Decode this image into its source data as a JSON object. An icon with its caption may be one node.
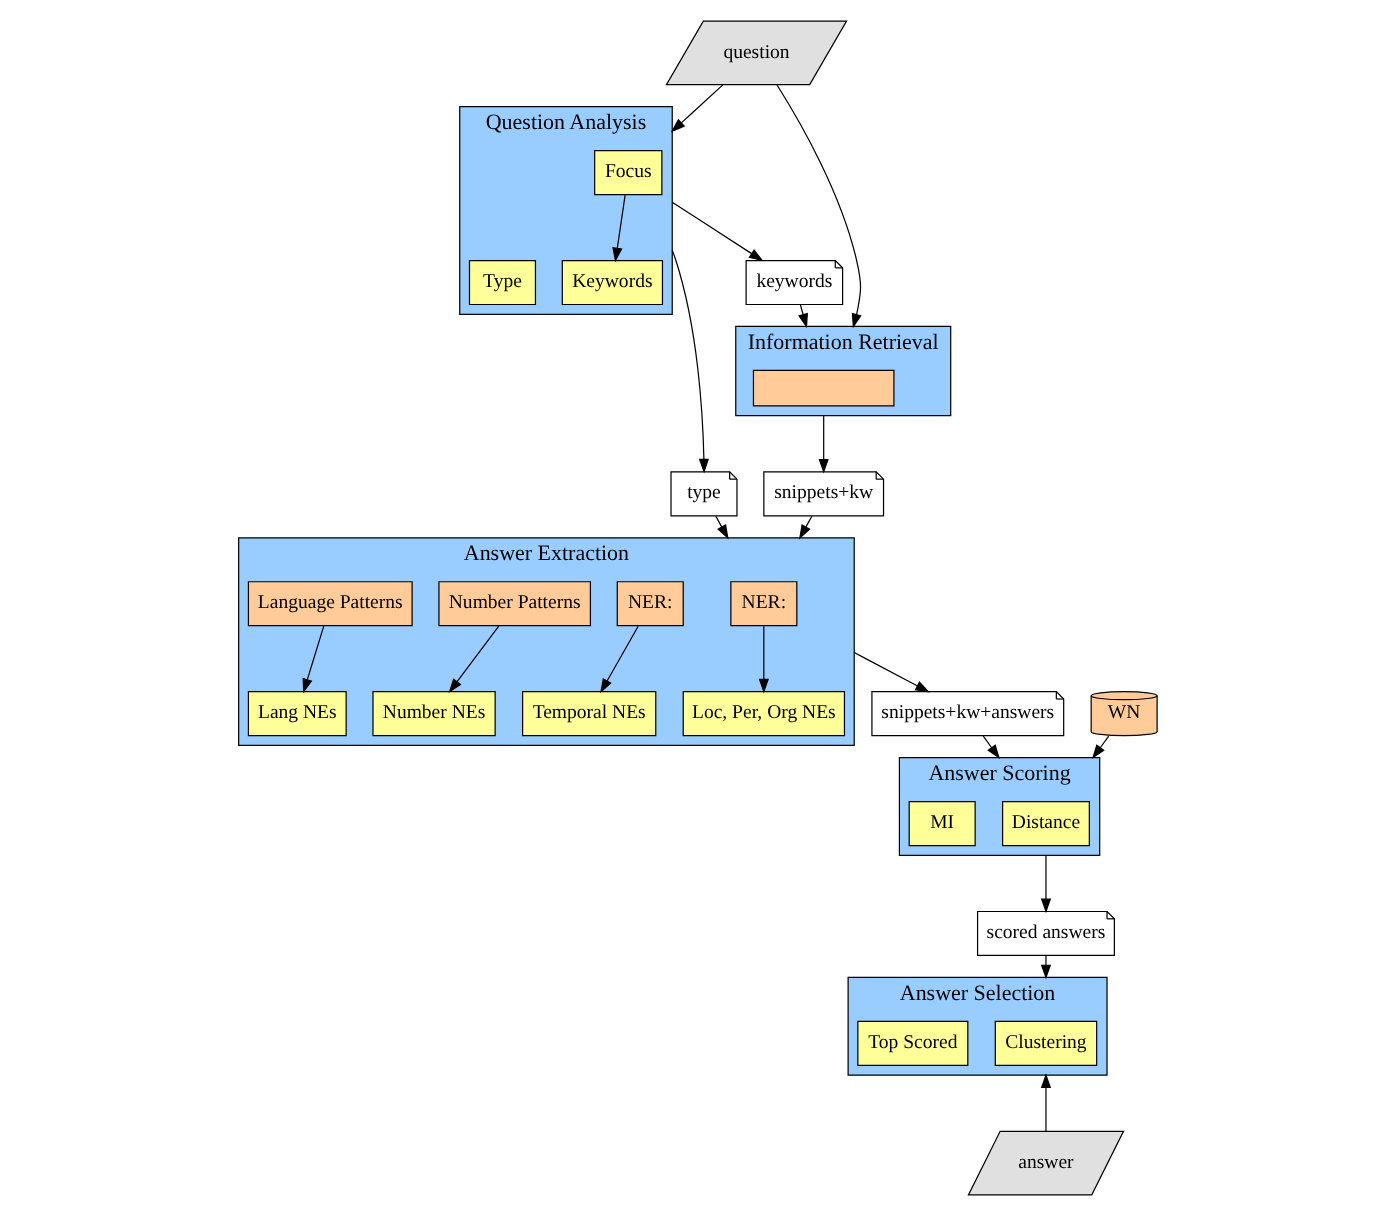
{
  "diagram": {
    "nodes": [
      {
        "text": [
          "question"
        ]
      },
      {
        "text": [
          "Question Analysis"
        ]
      },
      {
        "text": [
          "Focus"
        ],
        "in": 1
      },
      {
        "text": [
          "Type"
        ],
        "in": 1
      },
      {
        "text": [
          "Keywords"
        ],
        "in": 1
      },
      {
        "text": [
          "Information Retrieval"
        ]
      },
      {
        "text": [],
        "shape": "box",
        "in": 5
      },
      {
        "text": [
          "type"
        ]
      },
      {
        "text": [
          "keywords"
        ]
      },
      {
        "text": [
          "snippets+kw"
        ]
      },
      {
        "text": [
          "Answer Extraction"
        ]
      },
      {
        "text": [
          "NER:"
        ],
        "in": 10
      },
      {
        "text": [
          "Language Patterns"
        ],
        "in": 10
      },
      {
        "text": [
          "Number Patterns"
        ],
        "in": 10
      },
      {
        "text": [
          "NER:"
        ],
        "in": 10
      },
      {
        "text": [
          "Loc, Per, Org NEs"
        ],
        "in": 10
      },
      {
        "text": [
          "Lang NEs"
        ],
        "in": 10
      },
      {
        "text": [
          "Number NEs"
        ],
        "in": 10
      },
      {
        "text": [
          "Temporal NEs"
        ],
        "in": 10
      },
      {
        "text": [
          "snippets+kw+answers"
        ]
      },
      {
        "text": [
          "WN"
        ]
      },
      {
        "text": [
          "Answer Scoring"
        ]
      },
      {
        "text": [
          "Distance"
        ],
        "in": 21
      },
      {
        "text": [
          "MI"
        ],
        "in": 21
      },
      {
        "text": [
          "scored answers"
        ]
      },
      {
        "text": [
          "Answer Selection"
        ]
      },
      {
        "text": [
          "Clustering"
        ],
        "in": 25
      },
      {
        "text": [
          "Top Scored"
        ],
        "in": 25
      },
      {
        "text": [
          "answer"
        ]
      }
    ],
    "edges": [
      {
        "from": 0,
        "to": 1,
        "arrow": "to"
      },
      {
        "from": 0,
        "to": 5,
        "arrow": "to"
      },
      {
        "from": 2,
        "to": 4,
        "arrow": "to"
      },
      {
        "from": 1,
        "to": 7,
        "arrow": "to"
      },
      {
        "from": 1,
        "to": 8,
        "arrow": "to"
      },
      {
        "from": 8,
        "to": 5,
        "arrow": "to"
      },
      {
        "from": 5,
        "to": 9,
        "arrow": "to"
      },
      {
        "from": 7,
        "to": 10,
        "arrow": "to"
      },
      {
        "from": 9,
        "to": 10,
        "arrow": "to"
      },
      {
        "from": 11,
        "to": 15,
        "arrow": "to"
      },
      {
        "from": 12,
        "to": 16,
        "arrow": "to"
      },
      {
        "from": 13,
        "to": 17,
        "arrow": "to"
      },
      {
        "from": 14,
        "to": 18,
        "arrow": "to"
      },
      {
        "from": 10,
        "to": 19,
        "arrow": "to"
      },
      {
        "from": 19,
        "to": 21,
        "arrow": "to"
      },
      {
        "from": 20,
        "to": 21,
        "arrow": "to"
      },
      {
        "from": 21,
        "to": 24,
        "arrow": "to"
      },
      {
        "from": 24,
        "to": 25,
        "arrow": "to"
      },
      {
        "from": 28,
        "to": 25,
        "arrow": "to"
      }
    ]
  }
}
